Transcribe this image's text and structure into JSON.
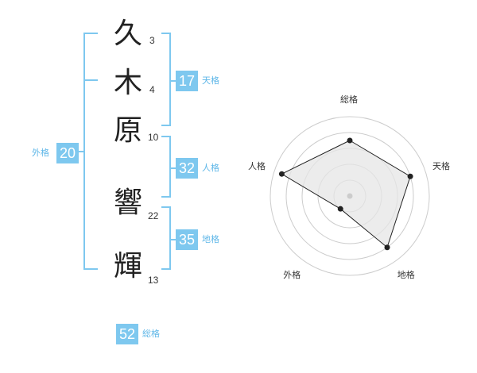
{
  "name": {
    "chars": [
      {
        "char": "久",
        "strokes": "3"
      },
      {
        "char": "木",
        "strokes": "4"
      },
      {
        "char": "原",
        "strokes": "10"
      },
      {
        "char": "響",
        "strokes": "22"
      },
      {
        "char": "輝",
        "strokes": "13"
      }
    ]
  },
  "fortune": {
    "tenkaku": {
      "value": "17",
      "label": "天格"
    },
    "jinkaku": {
      "value": "32",
      "label": "人格"
    },
    "chikaku": {
      "value": "35",
      "label": "地格"
    },
    "gaikaku": {
      "value": "20",
      "label": "外格"
    },
    "soukaku": {
      "value": "52",
      "label": "総格"
    }
  },
  "colors": {
    "accent": "#7ec8ef",
    "label": "#5fb7e8",
    "text": "#222222",
    "radar_fill": "#e6e6e6",
    "radar_ring": "#cccccc"
  },
  "chart_data": {
    "type": "radar",
    "axes": [
      "総格",
      "天格",
      "地格",
      "外格",
      "人格"
    ],
    "values": [
      3.5,
      4,
      4,
      1,
      4.5
    ],
    "range": [
      0,
      5
    ],
    "rings": 5,
    "grid": true,
    "legend": "none"
  }
}
